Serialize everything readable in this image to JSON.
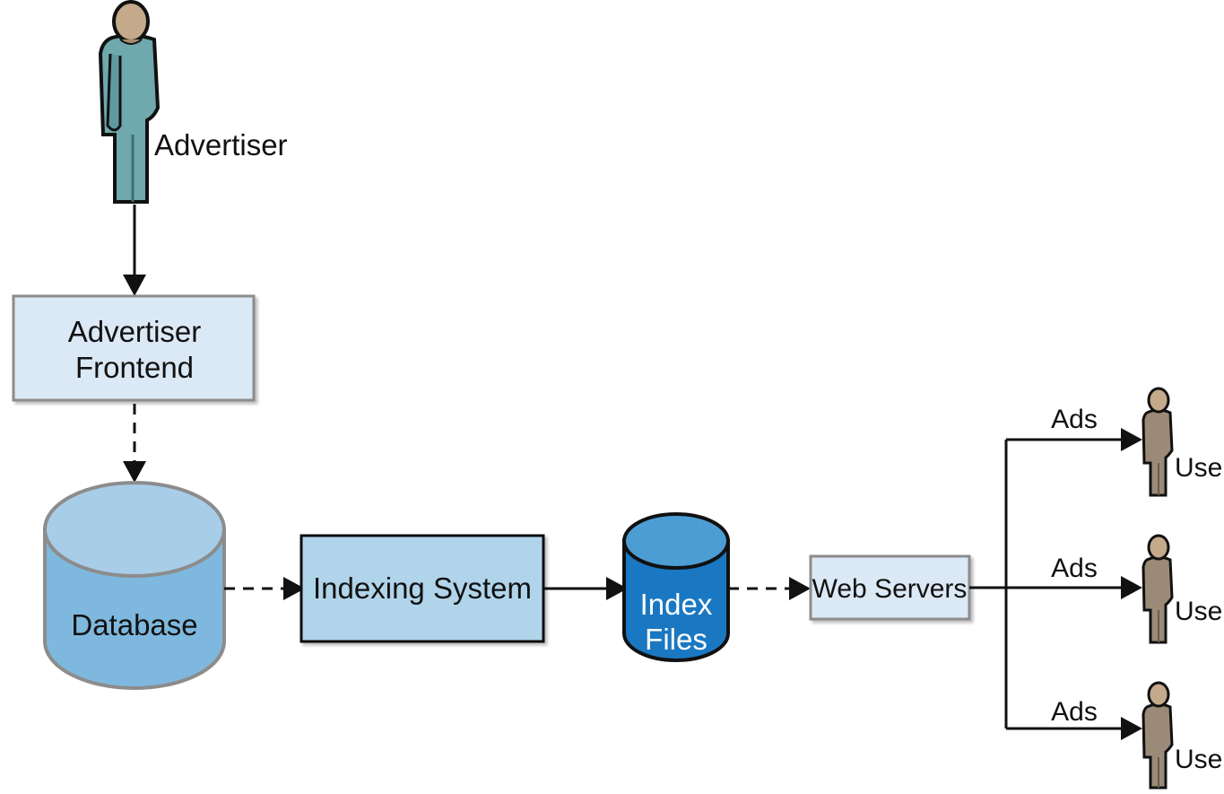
{
  "nodes": {
    "advertiser": {
      "label": "Advertiser"
    },
    "advertiser_frontend": {
      "line1": "Advertiser",
      "line2": "Frontend"
    },
    "database": {
      "label": "Database"
    },
    "indexing_system": {
      "label": "Indexing System"
    },
    "index_files": {
      "line1": "Index",
      "line2": "Files"
    },
    "web_servers": {
      "label": "Web Servers"
    },
    "users": [
      {
        "edge_label": "Ads",
        "label": "User"
      },
      {
        "edge_label": "Ads",
        "label": "User"
      },
      {
        "edge_label": "Ads",
        "label": "User"
      }
    ]
  },
  "colors": {
    "box_light": "#dbe8f5",
    "box_mid": "#b0d4ea",
    "database_body": "#7fb8de",
    "database_top": "#a8cde8",
    "index_files_body": "#1a78c2",
    "index_files_top": "#4c9dd4",
    "person_advertiser": "#6fa8ad",
    "person_user": "#9c8a78"
  }
}
